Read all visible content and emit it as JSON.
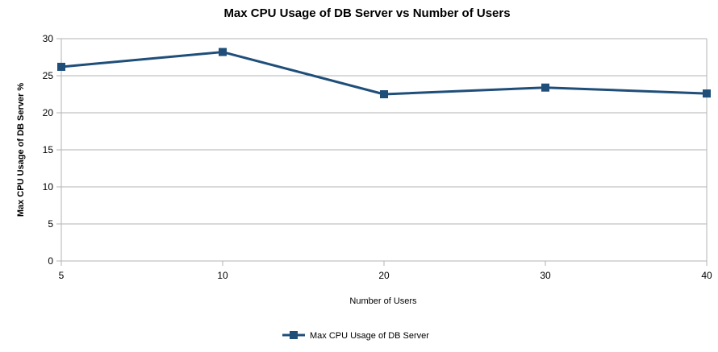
{
  "chart_data": {
    "type": "line",
    "title": "Max CPU Usage of DB Server vs Number of Users",
    "xlabel": "Number of Users",
    "ylabel": "Max CPU Usage of DB Server %",
    "categories": [
      "5",
      "10",
      "20",
      "30",
      "40"
    ],
    "ylim": [
      0,
      30
    ],
    "yticks": [
      0,
      5,
      10,
      15,
      20,
      25,
      30
    ],
    "grid": true,
    "legend_position": "bottom",
    "series": [
      {
        "name": "Max CPU Usage of DB Server",
        "values": [
          26.2,
          28.2,
          22.5,
          23.4,
          22.6
        ],
        "color": "#1f4e79"
      }
    ]
  }
}
